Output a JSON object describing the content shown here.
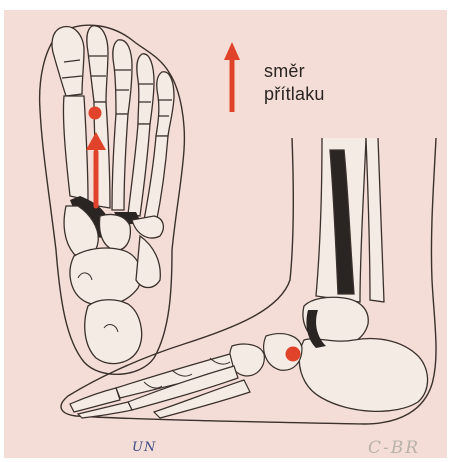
{
  "figure": {
    "legend": {
      "label_line1": "směr",
      "label_line2": "přítlaku",
      "arrow_color": "#e1432a"
    },
    "point_color": "#e1432a",
    "bone_fill": "#f3ebe4",
    "shadow_fill": "#2a2422",
    "background": "#f4ddd6",
    "annotations": {
      "initials": "UN",
      "signature": "C-BR"
    }
  }
}
